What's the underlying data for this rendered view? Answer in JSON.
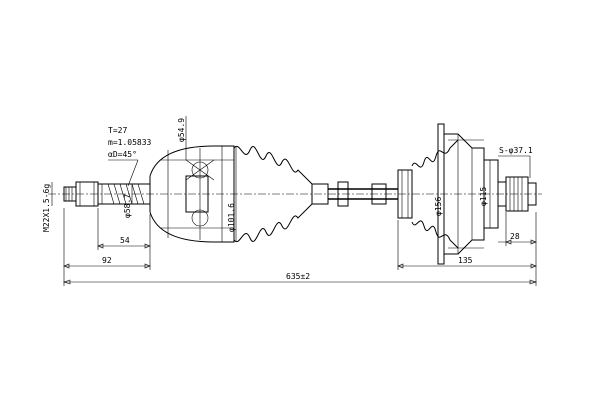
{
  "drawing": {
    "spline_spec": {
      "teeth": "T=27",
      "module": "m=1.05833",
      "pressure_angle": "αD=45°"
    },
    "thread": "M22X1.5-6g",
    "diameters": {
      "boot_small": "φ54.9",
      "stub_shaft": "φ58.7",
      "outer_joint": "φ101.6",
      "inner_joint": "φ156",
      "inner_flange": "φ115",
      "inner_spline": "S-φ37.1"
    },
    "lengths": {
      "stub_length": "54",
      "outer_length": "92",
      "overall_length": "635±2",
      "inner_length": "135",
      "inner_spline_length": "28"
    }
  }
}
